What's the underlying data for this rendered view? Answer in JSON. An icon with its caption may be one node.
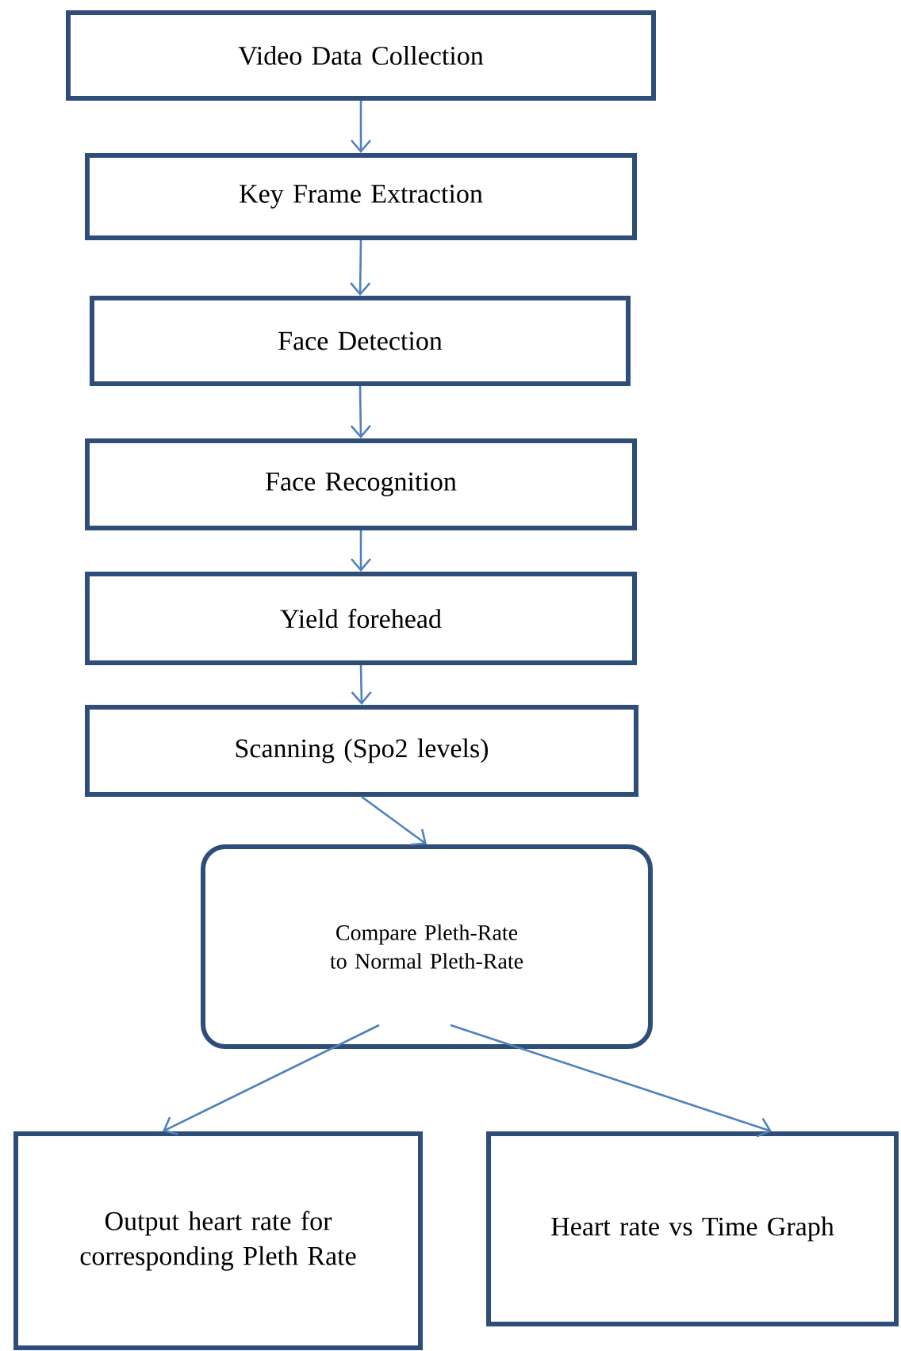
{
  "diagram": {
    "nodes": [
      {
        "text": [
          "Video Data Collection"
        ]
      },
      {
        "text": [
          "Key Frame Extraction"
        ]
      },
      {
        "text": [
          "Face Detection"
        ]
      },
      {
        "text": [
          "Face Recognition"
        ]
      },
      {
        "text": [
          "Yield forehead"
        ]
      },
      {
        "text": [
          "Scanning (Spo2 levels)"
        ]
      },
      {
        "text": [
          "Compare Pleth-Rate to Normal Pleth-Rate"
        ]
      },
      {
        "text": [
          "Output heart rate for corresponding Pleth Rate"
        ]
      },
      {
        "text": [
          "Heart rate vs Time Graph"
        ]
      }
    ],
    "edges": [
      {
        "from": 0,
        "to": 1,
        "arrow": "to"
      },
      {
        "from": 1,
        "to": 2,
        "arrow": "to"
      },
      {
        "from": 2,
        "to": 3,
        "arrow": "to"
      },
      {
        "from": 3,
        "to": 4,
        "arrow": "to"
      },
      {
        "from": 4,
        "to": 5,
        "arrow": "to"
      },
      {
        "from": 5,
        "to": 6,
        "arrow": "to"
      },
      {
        "from": 6,
        "to": 7,
        "arrow": "to"
      },
      {
        "from": 6,
        "to": 8,
        "arrow": "to"
      }
    ]
  }
}
